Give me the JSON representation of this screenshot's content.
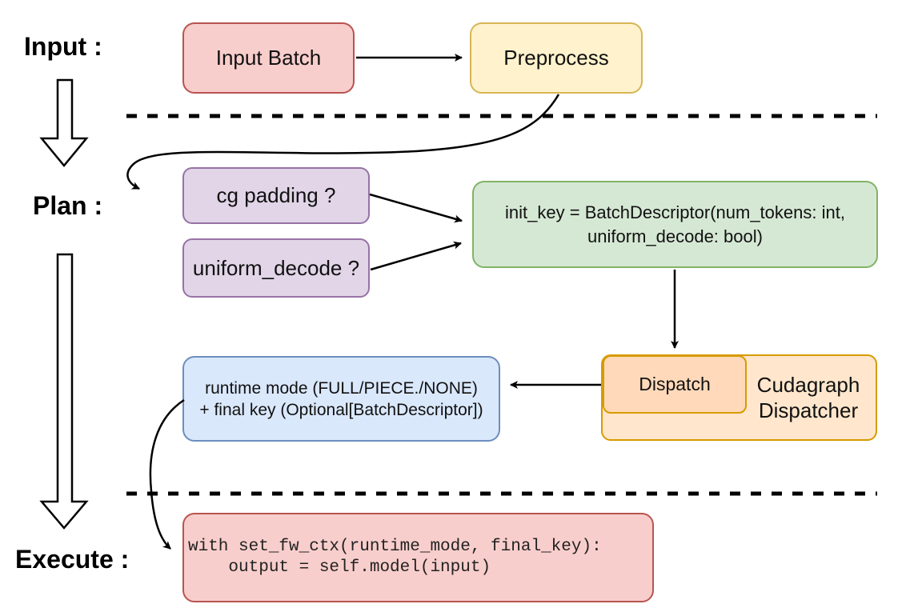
{
  "sections": {
    "input": {
      "label": "Input :"
    },
    "plan": {
      "label": "Plan :"
    },
    "execute": {
      "label": "Execute :"
    }
  },
  "nodes": {
    "input_batch": {
      "label": "Input Batch",
      "fill": "#f8cecc",
      "stroke": "#b85450"
    },
    "preprocess": {
      "label": "Preprocess",
      "fill": "#fff2cc",
      "stroke": "#d6b656"
    },
    "cg_padding": {
      "label": "cg padding ?",
      "fill": "#e1d5e7",
      "stroke": "#9673a6"
    },
    "uniform_decode": {
      "label": "uniform_decode ?",
      "fill": "#e1d5e7",
      "stroke": "#9673a6"
    },
    "init_key": {
      "line1": "init_key = BatchDescriptor(num_tokens: int,",
      "line2": "uniform_decode: bool)",
      "fill": "#d5e8d4",
      "stroke": "#82b366"
    },
    "dispatch": {
      "label": "Dispatch",
      "fill": "#ffd9b9",
      "stroke": "#d79b00"
    },
    "cudagraph_dispatcher": {
      "line1": "Cudagraph",
      "line2": "Dispatcher",
      "fill": "#ffe6cc",
      "stroke": "#d79b00"
    },
    "runtime_mode": {
      "line1": "runtime mode (FULL/PIECE./NONE)",
      "line2": "+ final key (Optional[BatchDescriptor])",
      "fill": "#dae8fc",
      "stroke": "#6c8ebf"
    },
    "execute_code": {
      "line1": "with set_fw_ctx(runtime_mode, final_key):",
      "line2": "    output = self.model(input)",
      "fill": "#f8cecc",
      "stroke": "#b85450"
    }
  },
  "style": {
    "arrow_color": "#000000",
    "background": "#ffffff",
    "text_color": "#111111"
  }
}
